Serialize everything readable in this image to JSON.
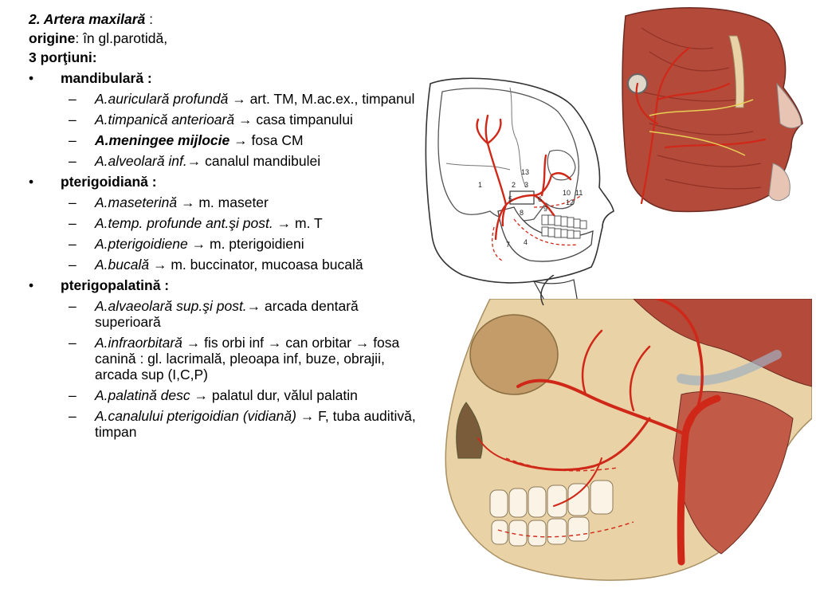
{
  "text": {
    "heading": "2. Artera maxilară",
    "heading_colon": " :",
    "origin_label": "origine",
    "origin_value": ": în gl.parotidă,",
    "portions": "3 porţiuni:",
    "arrow": "→",
    "sections": [
      {
        "bullet": "•",
        "title": "mandibulară :",
        "items": [
          {
            "name": "A.auriculară profundă",
            "rest": " art. TM, M.ac.ex., timpanul"
          },
          {
            "name": "A.timpanică anterioară",
            "rest": " casa timpanului"
          },
          {
            "name": "A.meningee mijlocie",
            "rest": " fosa CM"
          },
          {
            "name": "A.alveolară inf.",
            "rest": " canalul mandibulei"
          }
        ]
      },
      {
        "bullet": "•",
        "title": "pterigoidiană :",
        "items": [
          {
            "name": "A.maseterină",
            "rest": " m. maseter"
          },
          {
            "name": "A.temp. profunde ant.şi post.",
            "rest": " m. T"
          },
          {
            "name": "A.pterigoidiene",
            "rest": " m. pterigoidieni"
          },
          {
            "name": "A.bucală",
            "rest": " m. buccinator, mucoasa bucală"
          }
        ]
      },
      {
        "bullet": "•",
        "title": "pterigopalatină :",
        "items": [
          {
            "name": "A.alvaeolară sup.şi post.",
            "rest": " arcada dentară superioară"
          },
          {
            "name": "A.infraorbitară",
            "rest_a": " fis orbi inf ",
            "rest_b": " can orbitar ",
            "rest_c": " fosa canină ",
            "rest_d": ": gl. lacrimală, pleoapa inf, buze, obrajii, arcada sup (I,C,P)"
          },
          {
            "name": "A.palatină desc",
            "rest": " palatul dur, vălul palatin"
          },
          {
            "name": "A.canalului pterigoidian (vidiană)",
            "rest": "  F, tuba auditivă, timpan"
          }
        ]
      }
    ]
  },
  "figure_labels": [
    "1",
    "2",
    "3",
    "4",
    "5",
    "6",
    "7",
    "8",
    "9",
    "10",
    "11",
    "12",
    "13"
  ],
  "colors": {
    "artery": "#d02818",
    "muscle": "#b44a3a",
    "bone": "#e9d2a6",
    "nerve": "#e8cf55"
  }
}
